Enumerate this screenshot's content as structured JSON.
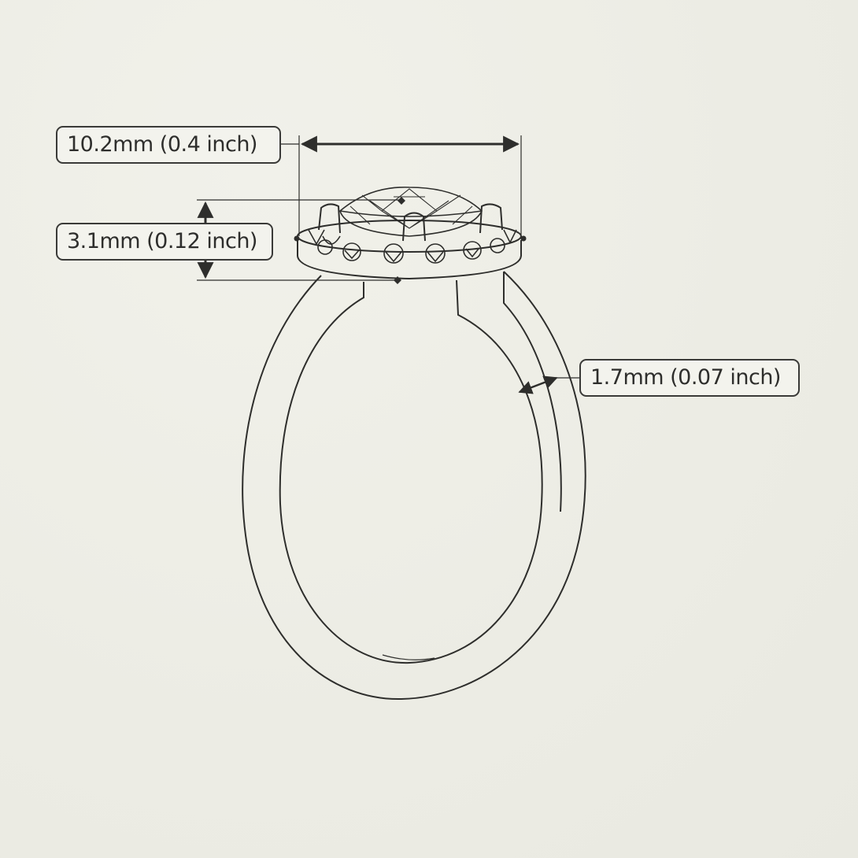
{
  "dimensions": {
    "top_width": "10.2mm (0.4 inch)",
    "setting_height": "3.1mm (0.12 inch)",
    "band_width": "1.7mm (0.07 inch)"
  },
  "colors": {
    "background": "#eeeee6",
    "line": "#2e2e2c",
    "label_border": "#3a3a38"
  }
}
